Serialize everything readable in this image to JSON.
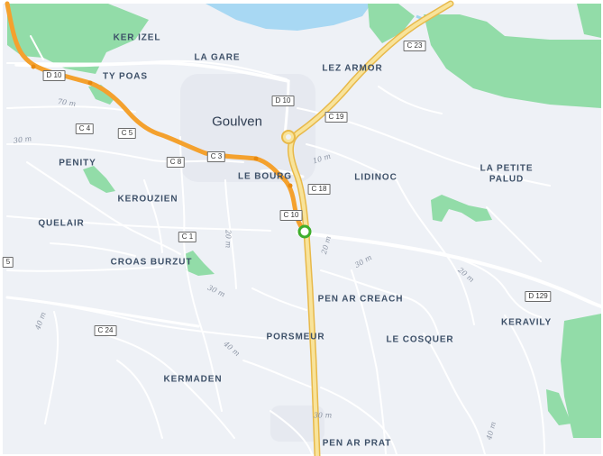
{
  "places": {
    "ker_izel": "KER IZEL",
    "la_gare": "LA GARE",
    "lez_armor": "LEZ ARMOR",
    "ty_poas": "TY POAS",
    "penity": "PENITY",
    "kerouzien": "KEROUZIEN",
    "le_bourg": "LE BOURG",
    "lidinoc": "LIDINOC",
    "la_petite": "LA PETITE",
    "palud": "PALUD",
    "quelair": "QUELAIR",
    "croas_burzut": "CROAS BURZUT",
    "pen_ar_creach": "PEN AR CREACH",
    "keravily": "KERAVILY",
    "porsmeur": "PORSMEUR",
    "le_cosquer": "LE COSQUER",
    "kermaden": "KERMADEN",
    "pen_ar_prat": "PEN AR PRAT"
  },
  "town": "Goulven",
  "roads": {
    "d10_w": "D 10",
    "d10_c": "D 10",
    "c23": "C 23",
    "c19": "C 19",
    "c4": "C 4",
    "c5": "C 5",
    "c8": "C 8",
    "c3": "C 3",
    "c18": "C 18",
    "c10": "C 10",
    "c1": "C 1",
    "c24": "C 24",
    "d129": "D 129",
    "edge5": "5"
  },
  "contours": {
    "a": "70 m",
    "b": "30 m",
    "c": "10 m",
    "d": "20 m",
    "e": "20 m",
    "f": "30 m",
    "g": "20 m",
    "h": "30 m",
    "i": "40 m",
    "j": "40 m",
    "k": "30 m",
    "l": "40 m"
  },
  "colors": {
    "land": "#eef1f6",
    "water": "#a8d8f3",
    "green": "#92dca8",
    "road": "#ffffff",
    "major_road": "#f6cf5f",
    "route": "#f4a12e",
    "marker": "#3fae2c"
  }
}
